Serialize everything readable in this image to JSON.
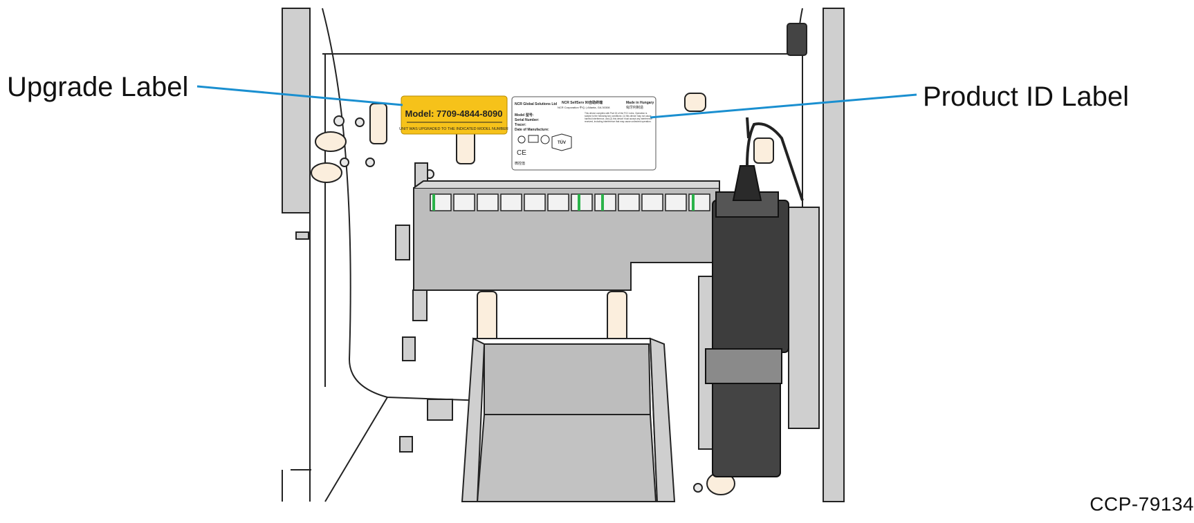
{
  "callouts": {
    "upgrade_label": "Upgrade Label",
    "product_id_label": "Product ID Label"
  },
  "figure_code": "CCP-79134",
  "upgrade_label": {
    "model_line": "Model: 7709-4844-8090",
    "note": "UNIT WAS UPGRADED TO THE INDICATED MODEL NUMBER"
  },
  "product_label": {
    "company": "NCR Global Solutions Ltd",
    "product": "NCR SelfServ 90自助终端",
    "corporation": "NCR Corporation 中心 | Atlanta, GA 30308",
    "made_in": "Made in Hungary",
    "made_in_cn": "匈牙利制造",
    "fields": [
      "Model 型号:",
      "Serial Number:",
      "Tracer:",
      "Date of Manufacture:"
    ],
    "fcc_text": "This device complies with Part 15 of the FCC rules. Operation is subject to the following two conditions: (1) this device may not cause harmful interference, and (2) this device must accept any interference received, including interference that may cause undesired operation.",
    "footer": "微控值",
    "tuv": "TÜV"
  },
  "colors": {
    "callout_line": "#1a8fd0",
    "upgrade_label_bg": "#f6c21a",
    "panel_gray": "#b8b8b8",
    "psu_dark": "#3d3d3d"
  }
}
